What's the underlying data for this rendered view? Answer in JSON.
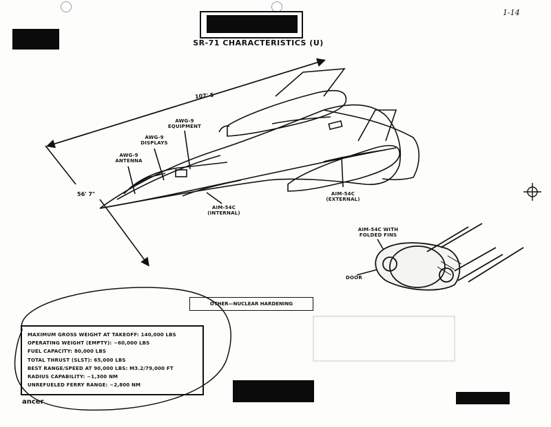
{
  "document": {
    "page_number": "1-14",
    "title": "SR-71 CHARACTERISTICS (U)",
    "dimensions": {
      "length": "107' 5",
      "span": "56' 7\""
    },
    "callouts": {
      "awg9_antenna": "AWG-9 ANTENNA",
      "awg9_displays": "AWG-9 DISPLAYS",
      "awg9_equipment": "AWG-9 EQUIPMENT",
      "aim54c_internal": "AIM-54C (INTERNAL)",
      "aim54c_external": "AIM-54C (EXTERNAL)",
      "aim54c_folded": "AIM-54C WITH FOLDED FINS",
      "door": "DOOR"
    },
    "other_box": "OTHER—NUCLEAR HARDENING",
    "specs": [
      "MAXIMUM GROSS WEIGHT AT TAKEOFF: 140,000 LBS",
      "OPERATING WEIGHT (EMPTY): ~60,000 LBS",
      "FUEL CAPACITY: 80,000 LBS",
      "TOTAL THRUST (SLST): 65,000 LBS",
      "BEST RANGE/SPEED AT 90,000 LBS: M3.2/79,000 FT",
      "RADIUS CAPABILITY: ~1,300 NM",
      "UNREFUELED FERRY RANGE: ~2,800 NM"
    ],
    "footer_text": "ancer"
  },
  "icons": {
    "registration_mark": "crosshair-icon",
    "punch_holes": "punch-hole-icon"
  },
  "colors": {
    "ink": "#111111",
    "paper": "#fdfdfb"
  }
}
